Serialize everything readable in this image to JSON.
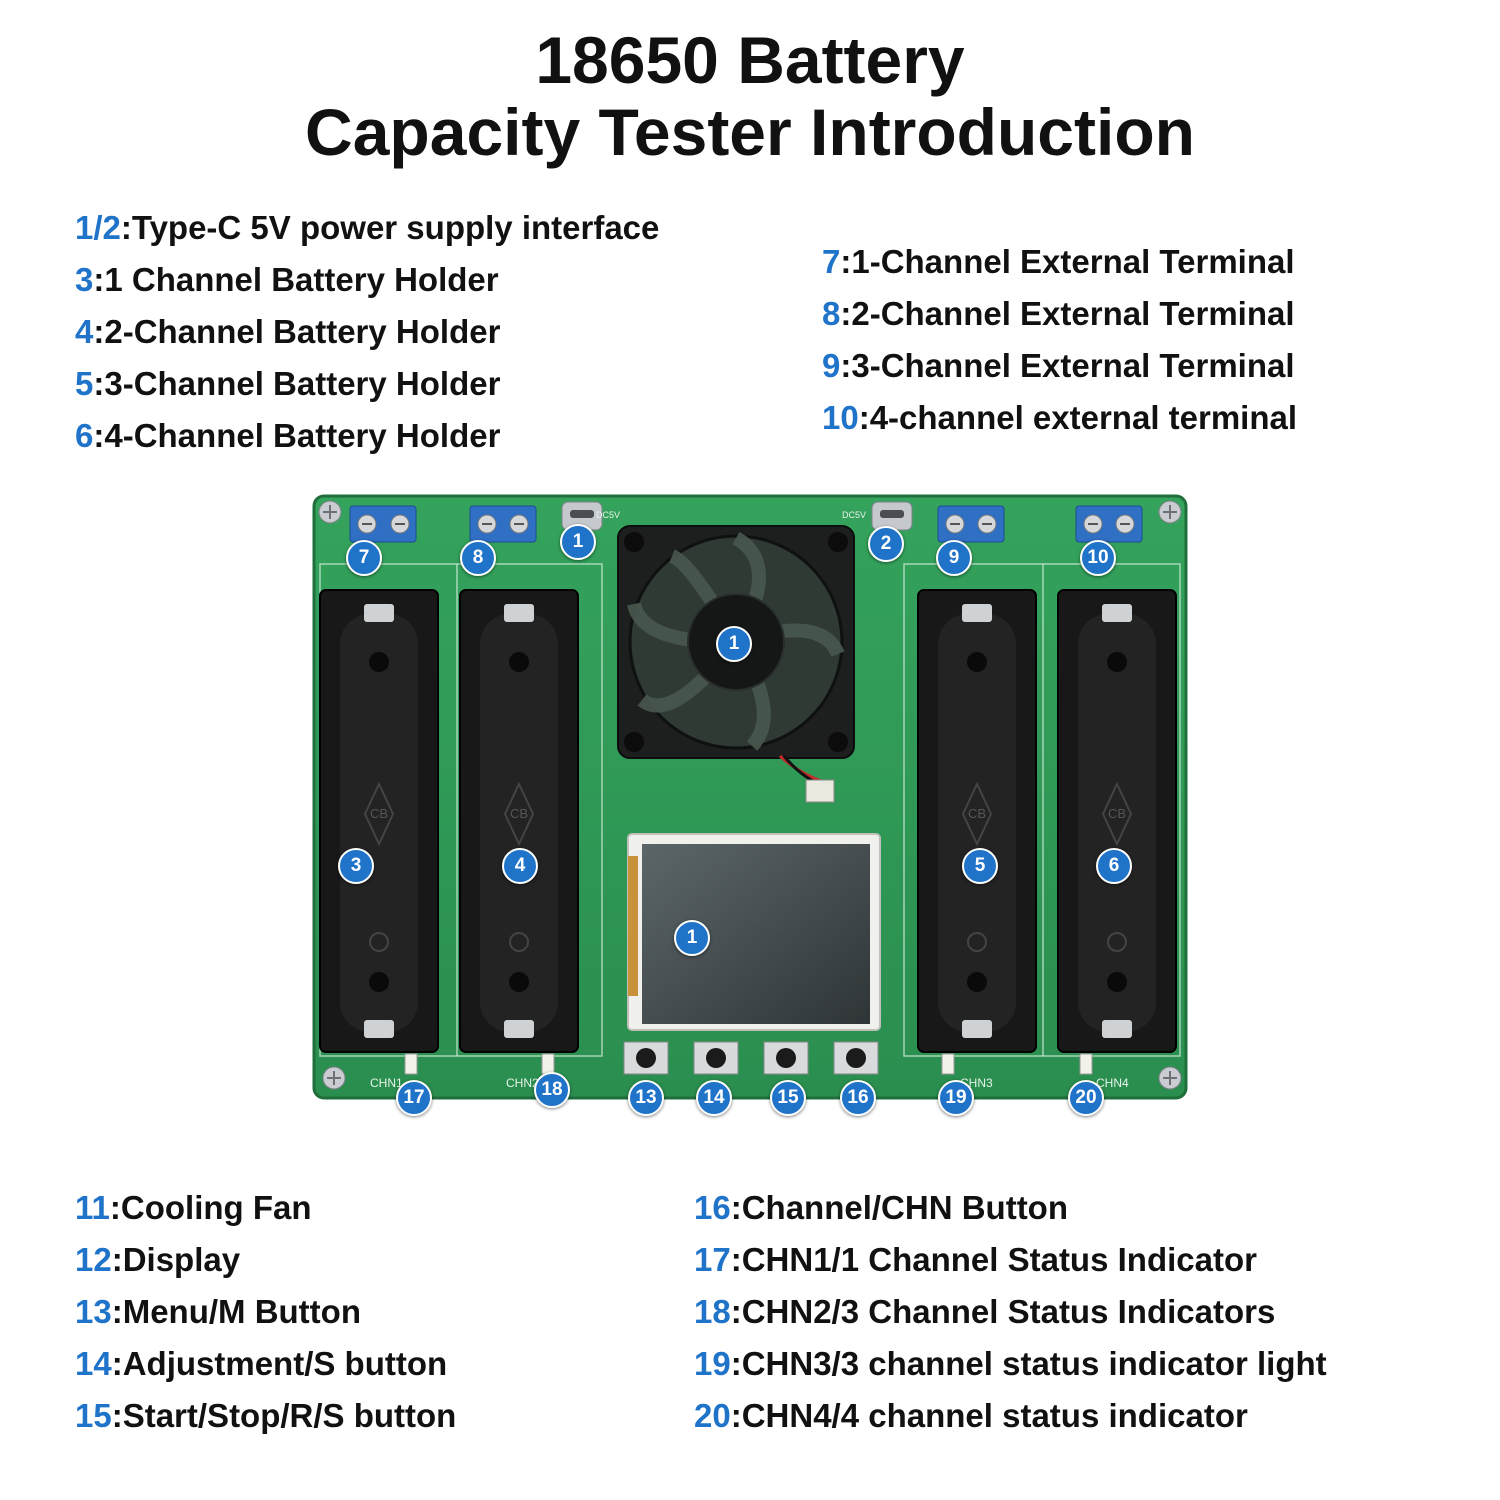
{
  "title": {
    "line1": "18650 Battery",
    "line2": "Capacity Tester Introduction"
  },
  "legend_top_left": [
    {
      "num": "1/2",
      "text": ":Type-C 5V power supply interface"
    },
    {
      "num": "3",
      "text": ":1 Channel Battery Holder"
    },
    {
      "num": "4",
      "text": ":2-Channel Battery Holder"
    },
    {
      "num": "5",
      "text": ":3-Channel Battery Holder"
    },
    {
      "num": "6",
      "text": ":4-Channel Battery Holder"
    }
  ],
  "legend_top_right": [
    {
      "num": "7",
      "text": ":1-Channel External Terminal"
    },
    {
      "num": "8",
      "text": ":2-Channel External Terminal"
    },
    {
      "num": "9",
      "text": ":3-Channel External Terminal"
    },
    {
      "num": "10",
      "text": ":4-channel external terminal"
    }
  ],
  "legend_bottom_left": [
    {
      "num": "11",
      "text": ":Cooling Fan"
    },
    {
      "num": "12",
      "text": ":Display"
    },
    {
      "num": "13",
      "text": ":Menu/M Button"
    },
    {
      "num": "14",
      "text": ":Adjustment/S button"
    },
    {
      "num": "15",
      "text": ":Start/Stop/R/S button"
    }
  ],
  "legend_bottom_right": [
    {
      "num": "16",
      "text": ":Channel/CHN Button"
    },
    {
      "num": "17",
      "text": ":CHN1/1 Channel Status Indicator"
    },
    {
      "num": "18",
      "text": ":CHN2/3 Channel Status Indicators"
    },
    {
      "num": "19",
      "text": ":CHN3/3 channel status indicator light"
    },
    {
      "num": "20",
      "text": ":CHN4/4 channel status indicator"
    }
  ],
  "board": {
    "badges": {
      "usb1": "1",
      "usb2": "2",
      "term7": "7",
      "term8": "8",
      "term9": "9",
      "term10": "10",
      "fan": "1",
      "display": "1",
      "holder3": "3",
      "holder4": "4",
      "holder5": "5",
      "holder6": "6",
      "btn13": "13",
      "btn14": "14",
      "btn15": "15",
      "btn16": "16",
      "led17": "17",
      "led18": "18",
      "led19": "19",
      "led20": "20"
    },
    "silkscreen": {
      "chn1": "CHN1",
      "chn2": "CHN2",
      "chn3": "CHN3",
      "chn4": "CHN4",
      "dc5v_1": "DC5V",
      "dc5v_2": "DC5V",
      "holder_mark": "CB"
    }
  },
  "colors": {
    "accent": "#1f73c9",
    "pcb": "#2f9b55",
    "holder": "#1a1a1a",
    "terminal": "#2f6fc4"
  }
}
